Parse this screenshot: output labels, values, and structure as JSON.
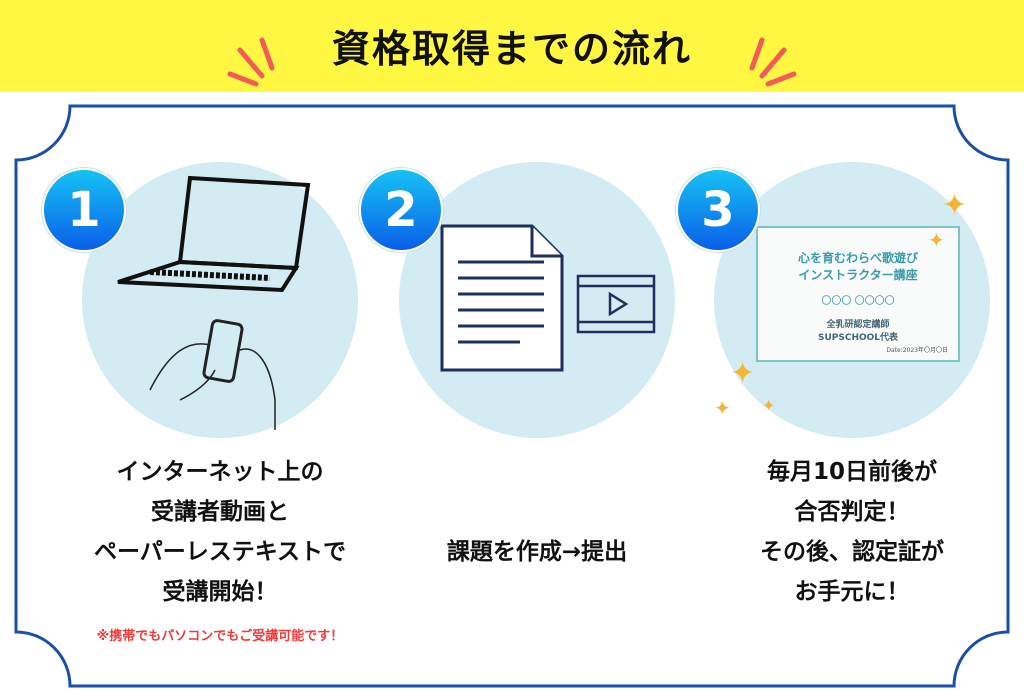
{
  "header": {
    "title": "資格取得までの流れ"
  },
  "steps": [
    {
      "number": "1",
      "lines": [
        "インターネット上の",
        "受講者動画と",
        "ペーパーレステキストで",
        "受講開始！"
      ],
      "note": "※携帯でもパソコンでもご受講可能です！"
    },
    {
      "number": "2",
      "lines": [
        "課題を作成→提出"
      ]
    },
    {
      "number": "3",
      "lines": [
        "毎月10日前後が",
        "合否判定！",
        "その後、認定証が",
        "お手元に！"
      ]
    }
  ],
  "certificate": {
    "title_lines": [
      "心を育むわらべ歌遊び",
      "インストラクター講座"
    ],
    "circles": "〇〇〇 〇〇〇〇",
    "signer_lines": [
      "全乳研認定講師",
      "SUPSCHOOL代表"
    ],
    "date": "Date:2023年〇月〇日"
  },
  "colors": {
    "band": "#fff741",
    "frame": "#1a4fa8",
    "circle": "#d3ebf3",
    "accent": "#f03a3a"
  }
}
